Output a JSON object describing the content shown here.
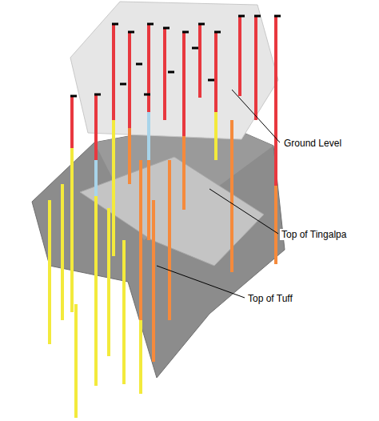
{
  "diagram": {
    "labels": [
      "Ground Level",
      "Top of Tingalpa",
      "Top of Tuff"
    ]
  }
}
